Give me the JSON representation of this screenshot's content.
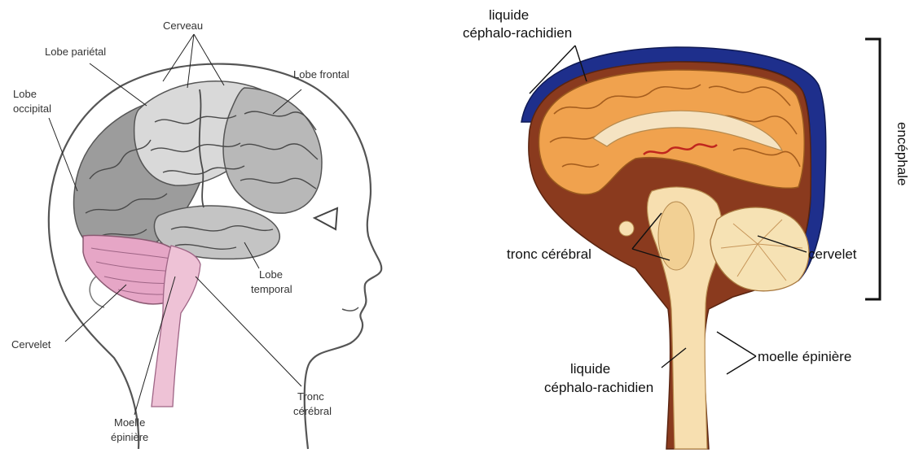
{
  "left_diagram": {
    "labels": {
      "cerveau": "Cerveau",
      "lobe_parietal": "Lobe pariétal",
      "lobe_frontal": "Lobe frontal",
      "lobe_occipital_line1": "Lobe",
      "lobe_occipital_line2": "occipital",
      "lobe_temporal_line1": "Lobe",
      "lobe_temporal_line2": "temporal",
      "cervelet": "Cervelet",
      "moelle_line1": "Moelle",
      "moelle_line2": "épinière",
      "tronc_line1": "Tronc",
      "tronc_line2": "cérébral"
    }
  },
  "right_diagram": {
    "labels": {
      "lcr_top_line1": "liquide",
      "lcr_top_line2": "céphalo-rachidien",
      "tronc_cerebral": "tronc cérébral",
      "cervelet": "cervelet",
      "encephale": "encéphale",
      "lcr_bottom_line1": "liquide",
      "lcr_bottom_line2": "céphalo-rachidien",
      "moelle_epiniere": "moelle épinière"
    }
  }
}
